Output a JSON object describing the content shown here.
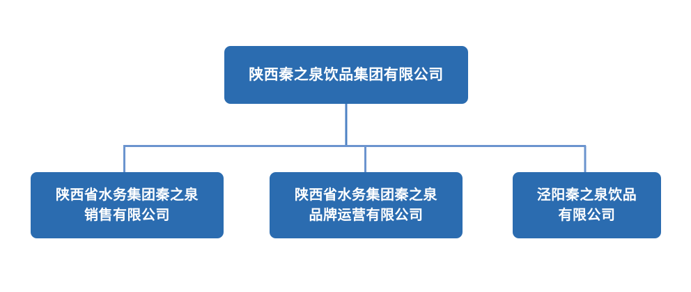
{
  "chart_data": {
    "type": "diagram",
    "diagram_type": "organization-chart",
    "title": "",
    "orientation": "top-down",
    "node_fill_color": "#2B6CB0",
    "node_text_color": "#FFFFFF",
    "connector_color": "#6B94CE",
    "background_color": "#FFFFFF",
    "nodes": [
      {
        "id": "root",
        "label": "陕西秦之泉饮品集团有限公司",
        "level": 0,
        "parent": null
      },
      {
        "id": "child-0",
        "label": "陕西省水务集团秦之泉\n销售有限公司",
        "level": 1,
        "parent": "root"
      },
      {
        "id": "child-1",
        "label": "陕西省水务集团秦之泉\n品牌运营有限公司",
        "level": 1,
        "parent": "root"
      },
      {
        "id": "child-2",
        "label": "泾阳秦之泉饮品\n有限公司",
        "level": 1,
        "parent": "root"
      }
    ],
    "edges": [
      {
        "from": "root",
        "to": "child-0"
      },
      {
        "from": "root",
        "to": "child-1"
      },
      {
        "from": "root",
        "to": "child-2"
      }
    ]
  },
  "diagram": {
    "root": {
      "label": "陕西秦之泉饮品集团有限公司"
    },
    "children": [
      {
        "label": "陕西省水务集团秦之泉\n销售有限公司"
      },
      {
        "label": "陕西省水务集团秦之泉\n品牌运营有限公司"
      },
      {
        "label": "泾阳秦之泉饮品\n有限公司"
      }
    ]
  }
}
